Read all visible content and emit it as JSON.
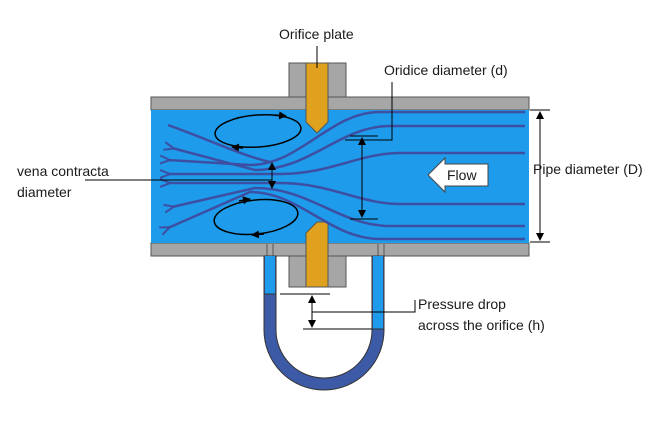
{
  "labels": {
    "orifice_plate": "Orifice plate",
    "orifice_diameter": "Oridice diameter (d)",
    "pipe_diameter": "Pipe diameter (D)",
    "vena_contracta_line1": "vena contracta",
    "vena_contracta_line2": "diameter",
    "flow": "Flow",
    "pressure_drop_line1": "Pressure drop",
    "pressure_drop_line2": "across the orifice (h)"
  },
  "colors": {
    "pipe_wall": "#a6a6a6",
    "fluid": "#1e9bea",
    "streamline": "#3d4fa3",
    "orifice_plate": "#e0a21e",
    "manometer_fluid_light": "#1e9bea",
    "manometer_fluid_dark": "#3d5aa6"
  }
}
